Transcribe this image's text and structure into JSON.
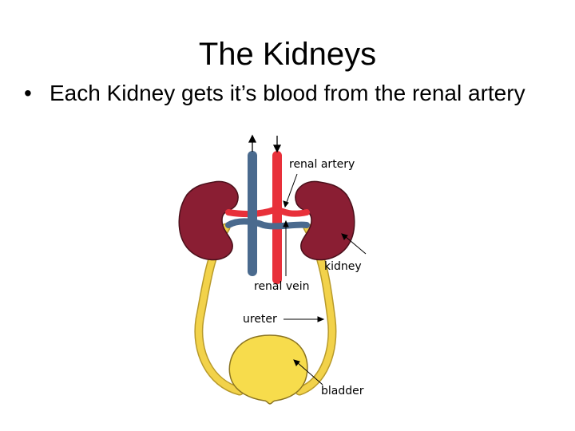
{
  "slide": {
    "title": "The Kidneys",
    "bullet_marker": "•",
    "bullet_text": "Each Kidney gets it’s blood from the renal artery"
  },
  "diagram": {
    "labels": {
      "renal_artery": "renal artery",
      "kidney": "kidney",
      "renal_vein": "renal vein",
      "ureter": "ureter",
      "bladder": "bladder"
    },
    "colors": {
      "kidney": "#8a1e33",
      "artery": "#e8303a",
      "vein": "#4a6a8e",
      "ureter": "#f2d24a",
      "bladder": "#f7dc4c"
    }
  }
}
